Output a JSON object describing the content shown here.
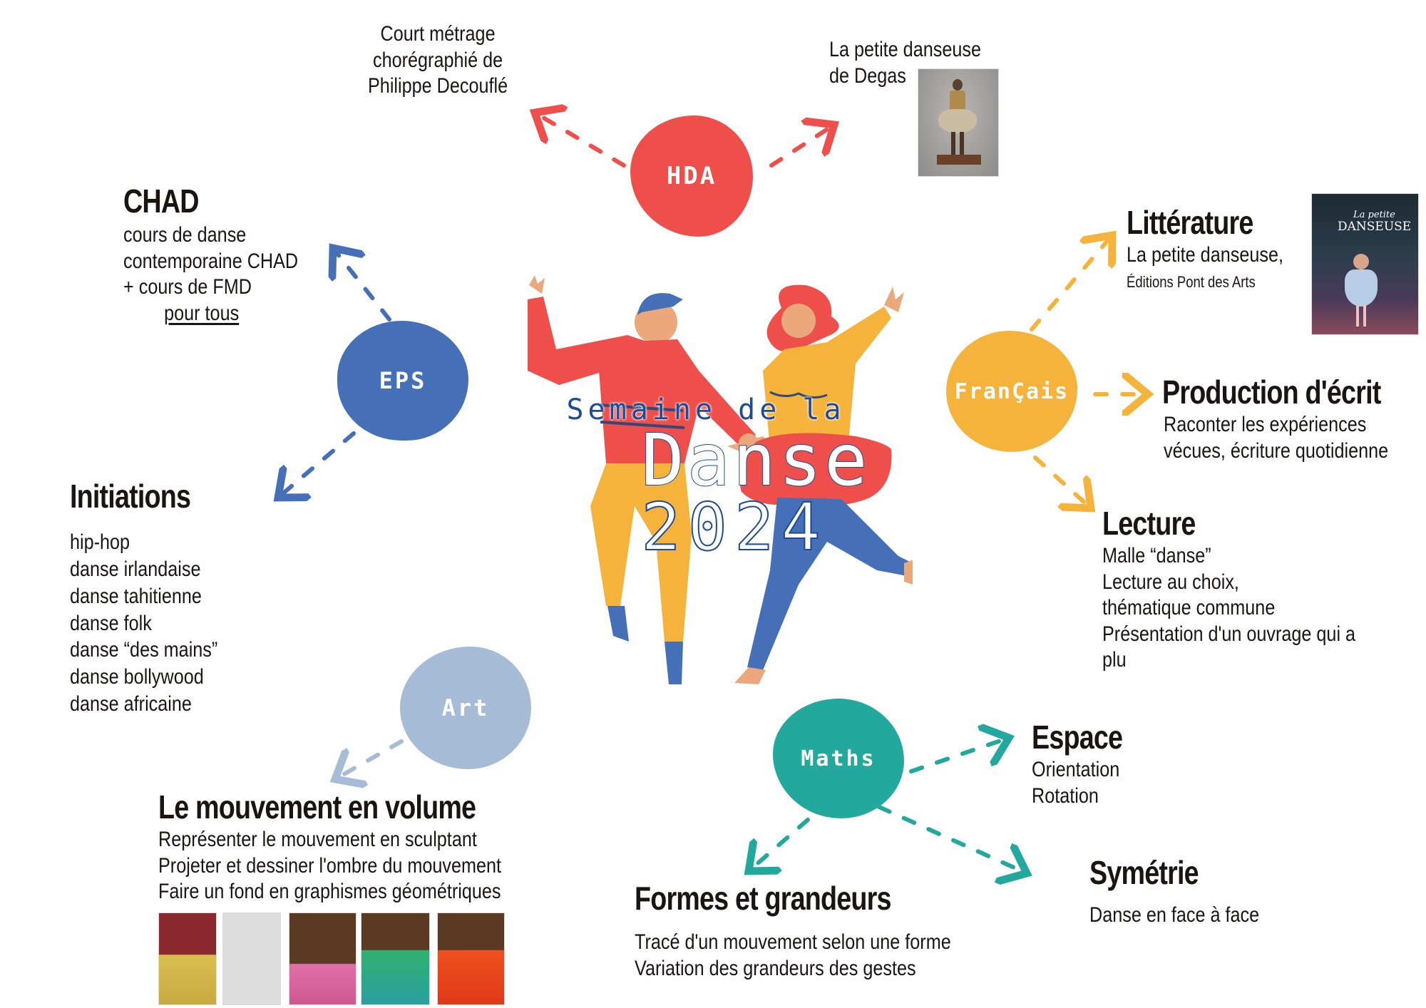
{
  "center": {
    "subtitle": "Semaine de la",
    "title": "Danse",
    "year": "2024"
  },
  "colors": {
    "hda": "#ef4f4a",
    "eps": "#4570b8",
    "francais": "#f5b33c",
    "art": "#a6bcd6",
    "maths": "#22a89c",
    "text": "#1a1414",
    "title_blue": "#1e4a9a"
  },
  "hubs": {
    "hda": {
      "label": "HDA"
    },
    "eps": {
      "label": "EPS"
    },
    "francais": {
      "label": "FranÇais"
    },
    "art": {
      "label": "Art"
    },
    "maths": {
      "label": "Maths"
    }
  },
  "hda": {
    "court_metrage": {
      "lines": [
        "Court métrage",
        "chorégraphié de",
        "Philippe Decouflé"
      ]
    },
    "degas": {
      "lines": [
        "La petite danseuse",
        "de Degas"
      ],
      "image": "degas-statue-photo"
    }
  },
  "eps": {
    "chad": {
      "title": "CHAD",
      "lines": [
        "cours de danse",
        "contemporaine CHAD",
        "+ cours de FMD"
      ],
      "emphasis": "pour tous"
    },
    "initiations": {
      "title": "Initiations",
      "items": [
        "hip-hop",
        "danse irlandaise",
        "danse tahitienne",
        "danse folk",
        "danse “des mains”",
        "danse bollywood",
        "danse africaine"
      ]
    }
  },
  "francais": {
    "litterature": {
      "title": "Littérature",
      "subtitle": "La petite danseuse,",
      "note": "Éditions Pont des Arts",
      "image": "book-cover-la-petite-danseuse",
      "cover_title_small": "La petite",
      "cover_title": "DANSEUSE"
    },
    "production": {
      "title": "Production d'écrit",
      "lines": [
        "Raconter les expériences",
        "vécues, écriture quotidienne"
      ]
    },
    "lecture": {
      "title": "Lecture",
      "lines": [
        "Malle “danse”",
        "Lecture au choix,",
        "thématique commune",
        "Présentation d'un ouvrage qui a",
        "plu"
      ]
    }
  },
  "art": {
    "volume": {
      "title": "Le mouvement en volume",
      "lines": [
        "Représenter le mouvement en sculptant",
        "Projeter et dessiner l'ombre du mouvement",
        "Faire un fond en graphismes géométriques"
      ],
      "photos": [
        "sculpture-photo-1",
        "sculpture-photo-2",
        "sculpture-photo-3",
        "sculpture-photo-4",
        "sculpture-photo-5"
      ]
    }
  },
  "maths": {
    "espace": {
      "title": "Espace",
      "lines": [
        "Orientation",
        "Rotation"
      ]
    },
    "symetrie": {
      "title": "Symétrie",
      "lines": [
        "Danse en face à face"
      ]
    },
    "formes": {
      "title": "Formes et grandeurs",
      "lines": [
        "Tracé d'un mouvement selon une forme",
        "Variation des grandeurs des gestes"
      ]
    }
  }
}
